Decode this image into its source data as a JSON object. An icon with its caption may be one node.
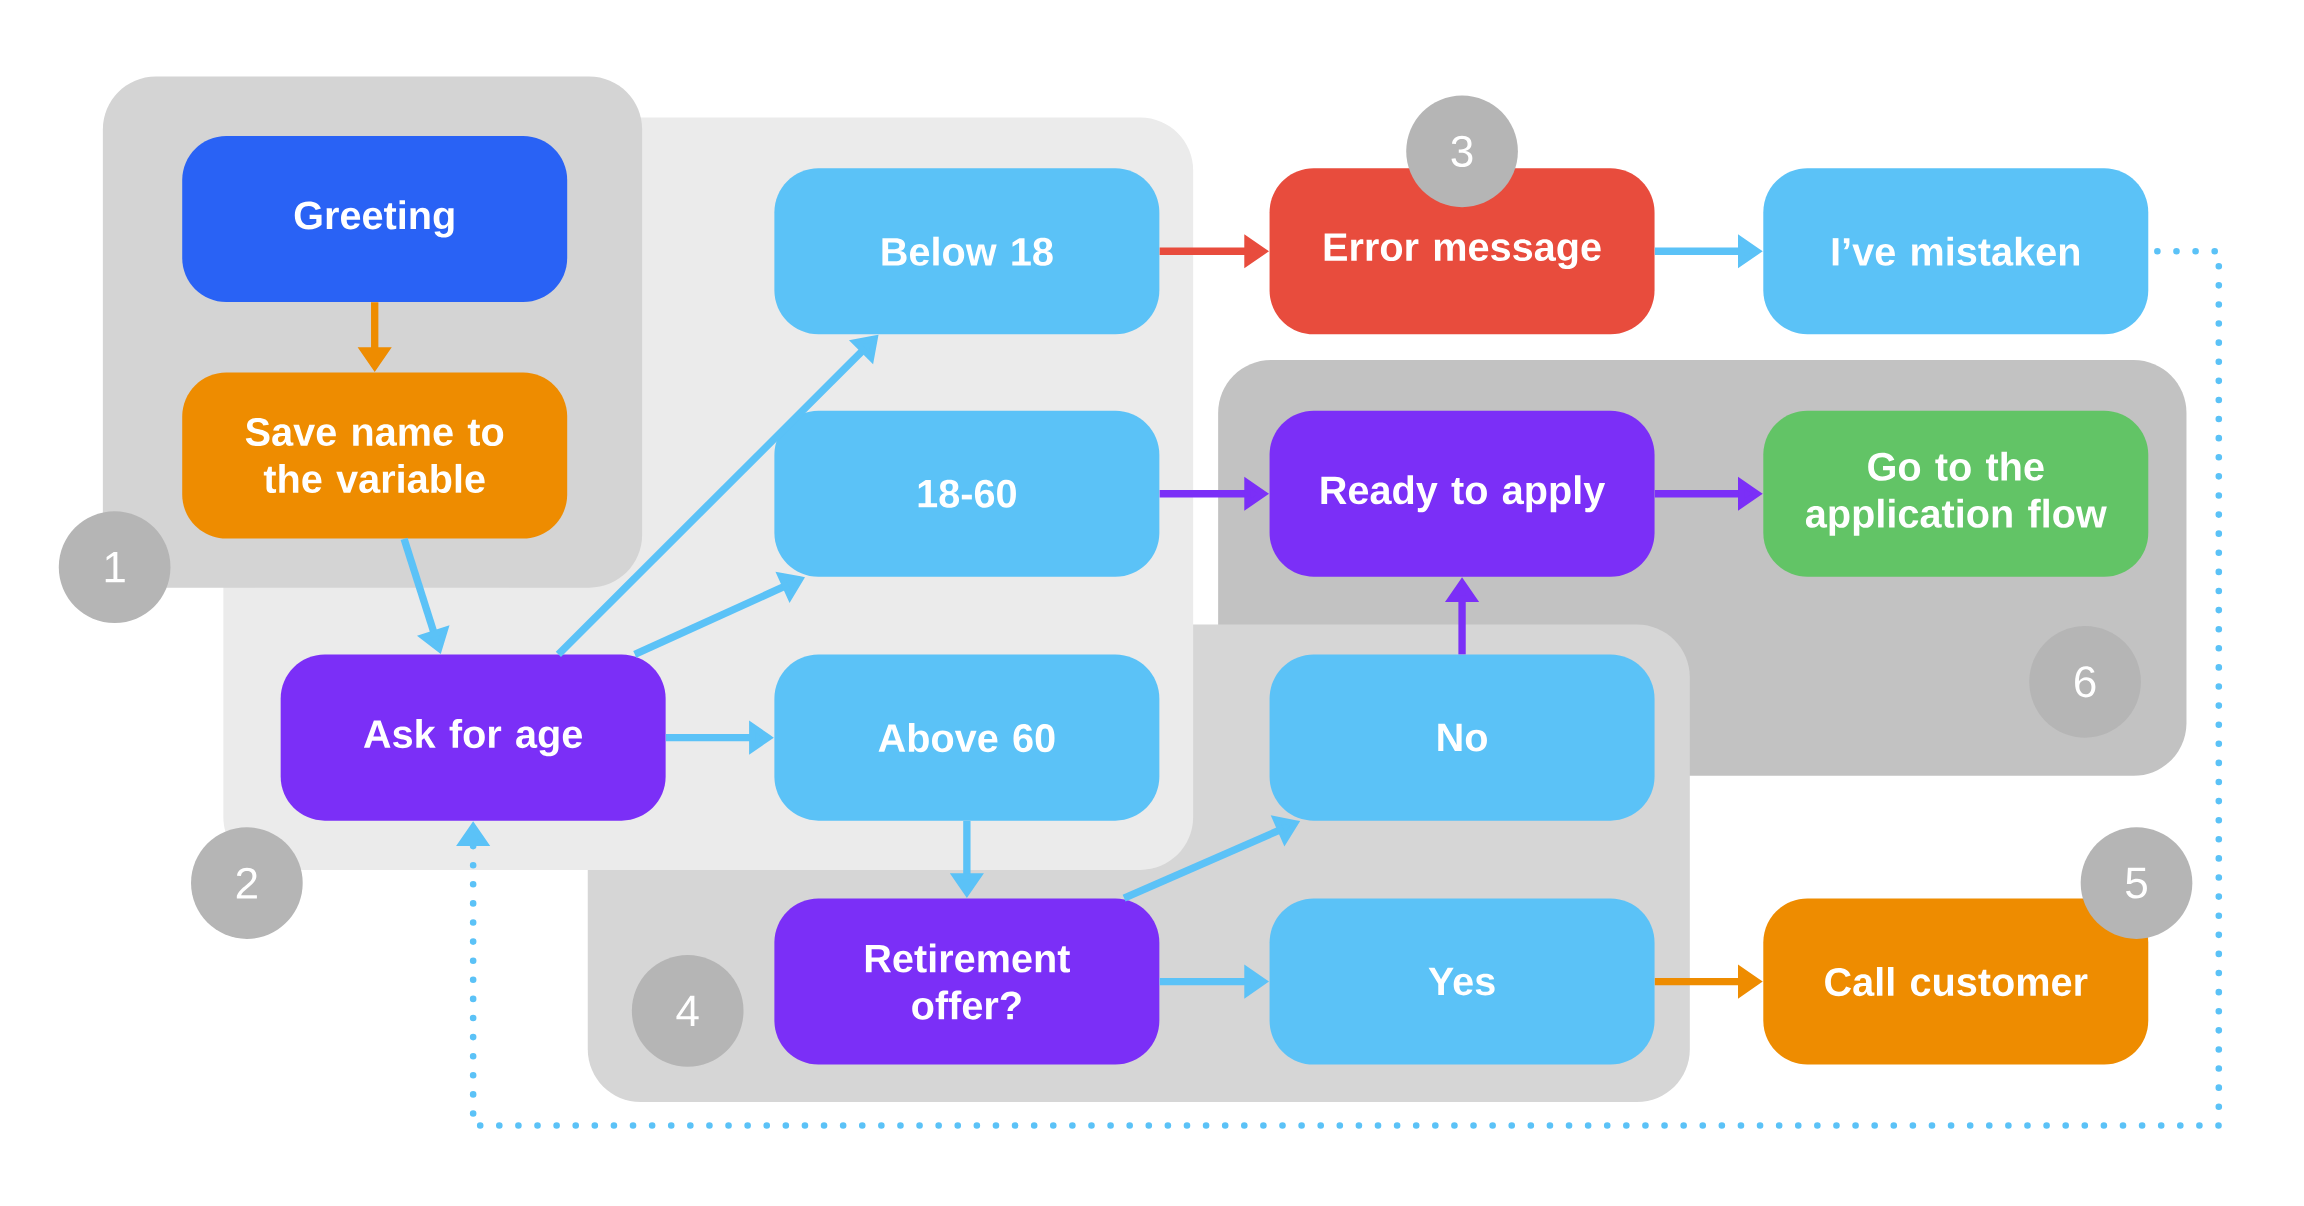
{
  "diagram": {
    "nodes": [
      {
        "text": [],
        "shape": "box",
        "beside": [
          "1"
        ]
      },
      {
        "text": [
          "Greeting"
        ],
        "in": 0
      },
      {
        "text": [
          "Save name to the variable"
        ],
        "in": 0
      },
      {
        "text": [],
        "shape": "box",
        "beside": [
          "2"
        ]
      },
      {
        "text": [
          "Ask for age"
        ],
        "in": 3
      },
      {
        "text": [
          "Below 18"
        ],
        "in": 3
      },
      {
        "text": [
          "18-60"
        ],
        "in": 3
      },
      {
        "text": [
          "Above 60"
        ]
      },
      {
        "text": [
          "Error message"
        ],
        "beside": [
          "3"
        ]
      },
      {
        "text": [
          "I’ve mistaken"
        ]
      },
      {
        "text": [],
        "shape": "box",
        "beside": [
          "6"
        ]
      },
      {
        "text": [
          "Ready to apply"
        ],
        "in": 10
      },
      {
        "text": [
          "Go to the application flow"
        ],
        "in": 10
      },
      {
        "text": [],
        "shape": "box",
        "beside": [
          "4"
        ]
      },
      {
        "text": [
          "No"
        ],
        "in": 13
      },
      {
        "text": [
          "Retirement offer?"
        ],
        "in": 13
      },
      {
        "text": [
          "Yes"
        ],
        "in": 13
      },
      {
        "text": [
          "Call customer"
        ],
        "beside": [
          "5"
        ]
      }
    ],
    "edges": [
      {
        "from": 1,
        "to": 2,
        "arrow": "to",
        "color": "#ee8c00"
      },
      {
        "from": 2,
        "to": 4,
        "arrow": "to"
      },
      {
        "from": 4,
        "to": 5,
        "arrow": "to"
      },
      {
        "from": 4,
        "to": 6,
        "arrow": "to"
      },
      {
        "from": 4,
        "to": 7,
        "arrow": "to"
      },
      {
        "from": 5,
        "to": 8,
        "arrow": "to",
        "color": "#e84c3d"
      },
      {
        "from": 8,
        "to": 9,
        "arrow": "to"
      },
      {
        "from": 6,
        "to": 11,
        "arrow": "to",
        "color": "#7b2ff7"
      },
      {
        "from": 11,
        "to": 12,
        "arrow": "to",
        "color": "#7b2ff7"
      },
      {
        "from": 14,
        "to": 11,
        "arrow": "to",
        "color": "#7b2ff7"
      },
      {
        "from": 7,
        "to": 15,
        "arrow": "to"
      },
      {
        "from": 15,
        "to": 14,
        "arrow": "to"
      },
      {
        "from": 15,
        "to": 16,
        "arrow": "to"
      },
      {
        "from": 16,
        "to": 17,
        "arrow": "to",
        "color": "#ee8c00"
      },
      {
        "from": 9,
        "to": 4,
        "arrow": "to",
        "style": "dashed"
      }
    ]
  }
}
